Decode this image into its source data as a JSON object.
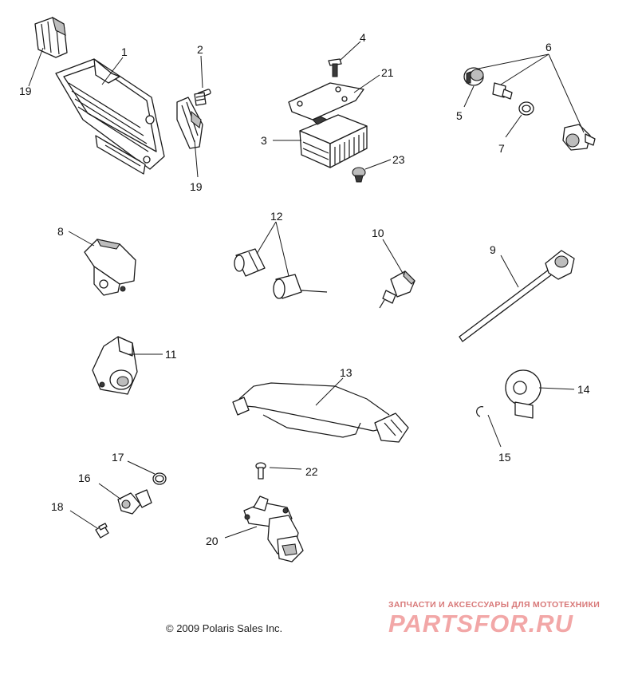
{
  "callouts": {
    "n1": "1",
    "n2": "2",
    "n3": "3",
    "n4": "4",
    "n5": "5",
    "n6": "6",
    "n7": "7",
    "n8": "8",
    "n9": "9",
    "n10": "10",
    "n11": "11",
    "n12": "12",
    "n13": "13",
    "n14": "14",
    "n15": "15",
    "n16": "16",
    "n17": "17",
    "n18": "18",
    "n19a": "19",
    "n19b": "19",
    "n20": "20",
    "n21": "21",
    "n22": "22",
    "n23": "23"
  },
  "footer": {
    "copyright": "© 2009 Polaris Sales Inc."
  },
  "watermark": {
    "tagline": "ЗАПЧАСТИ И АКСЕССУАРЫ ДЛЯ МОТОТЕХНИКИ",
    "logo": "PARTSFOR.RU"
  }
}
